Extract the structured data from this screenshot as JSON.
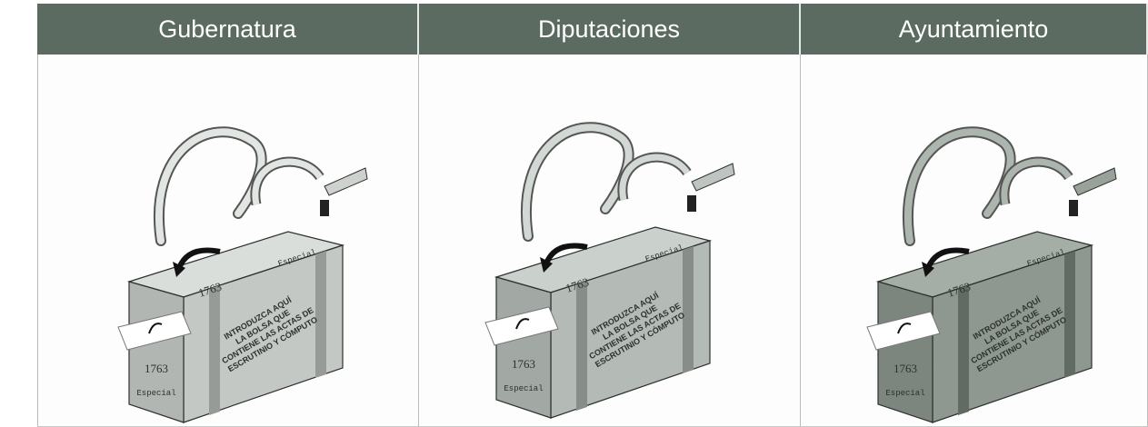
{
  "columns": [
    {
      "header": "Gubernatura",
      "box": {
        "number_side": "1763",
        "label_side": "Especial",
        "top_label": "Especial",
        "flap_text": "INTRODUZCA AQUÍ LA BOLSA QUE CONTIENE LAS ACTAS DE ESCRUTINIO Y CÓMPUTO",
        "tone": "#c3c8c4"
      }
    },
    {
      "header": "Diputaciones",
      "box": {
        "number_side": "1763",
        "label_side": "Especial",
        "top_label": "Especial",
        "flap_text": "INTRODUZCA AQUÍ LA BOLSA QUE CONTIENE LAS ACTAS DE ESCRUTINIO Y CÓMPUTO",
        "tone": "#b4bab5"
      }
    },
    {
      "header": "Ayuntamiento",
      "box": {
        "number_side": "1763",
        "label_side": "Especial",
        "top_label": "Especial",
        "flap_text": "INTRODUZCA AQUÍ LA BOLSA QUE CONTIENE LAS ACTAS DE ESCRUTINIO Y CÓMPUTO",
        "tone": "#8f9890"
      }
    }
  ]
}
